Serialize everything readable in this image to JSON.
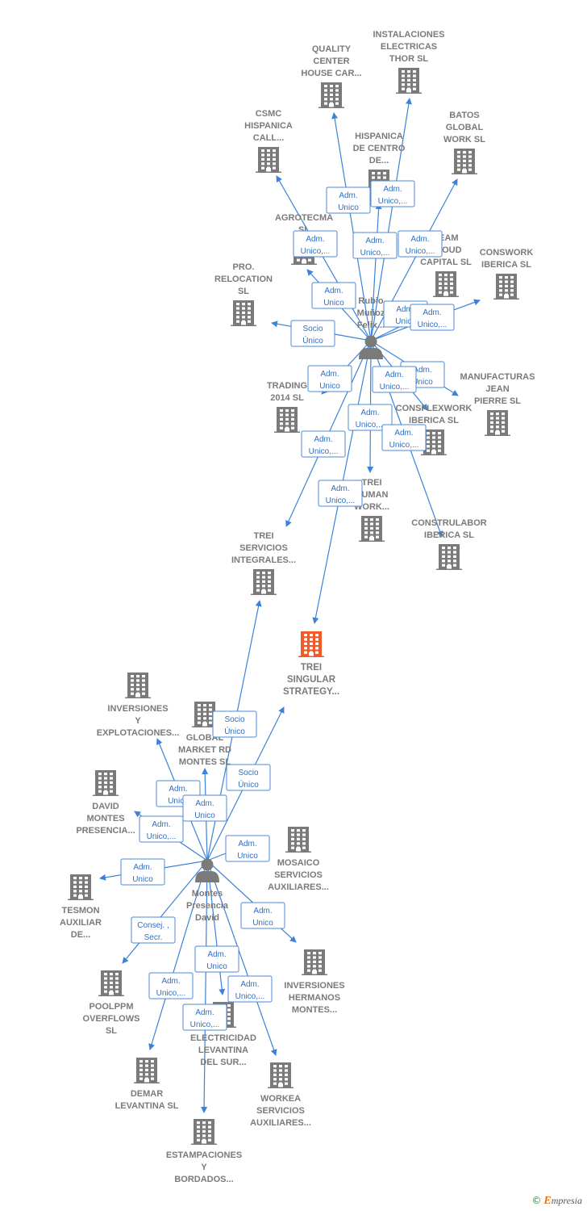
{
  "persons": [
    {
      "id": "rubio",
      "lines": [
        "Rubio",
        "Muñoz",
        "Felix..."
      ]
    },
    {
      "id": "montes",
      "lines": [
        "Montes",
        "Presencia",
        "David"
      ]
    }
  ],
  "companies": [
    {
      "id": "c_instalaciones",
      "lines": [
        "INSTALACIONES",
        "ELECTRICAS",
        "THOR  SL"
      ],
      "highlight": false
    },
    {
      "id": "c_quality",
      "lines": [
        "QUALITY",
        "CENTER",
        "HOUSE CAR..."
      ],
      "highlight": false
    },
    {
      "id": "c_csmc",
      "lines": [
        "CSMC",
        "HISPANICA",
        "CALL..."
      ],
      "highlight": false
    },
    {
      "id": "c_hispanica",
      "lines": [
        "HISPANICA",
        "DE CENTRO",
        "DE..."
      ],
      "highlight": false
    },
    {
      "id": "c_batos",
      "lines": [
        "BATOS",
        "GLOBAL",
        "WORK  SL"
      ],
      "highlight": false
    },
    {
      "id": "c_agrotecma",
      "lines": [
        "AGROTECMA",
        "SL"
      ],
      "highlight": false
    },
    {
      "id": "c_team",
      "lines": [
        "TEAM",
        "CLOUD",
        "CAPITAL  SL"
      ],
      "highlight": false
    },
    {
      "id": "c_conswork",
      "lines": [
        "CONSWORK",
        "IBERICA  SL"
      ],
      "highlight": false
    },
    {
      "id": "c_relocation",
      "lines": [
        "PRO.",
        "RELOCATION",
        "SL"
      ],
      "highlight": false
    },
    {
      "id": "c_manufacturas",
      "lines": [
        "MANUFACTURAS",
        "JEAN",
        "PIERRE SL"
      ],
      "highlight": false
    },
    {
      "id": "c_trading",
      "lines": [
        "TRADING",
        "2014  SL"
      ],
      "highlight": false
    },
    {
      "id": "c_consflexwork",
      "lines": [
        "CONSFLEXWORK",
        "IBERICA  SL"
      ],
      "highlight": false
    },
    {
      "id": "c_human",
      "lines": [
        "TREI",
        "HUMAN",
        "WORK..."
      ],
      "highlight": false
    },
    {
      "id": "c_construlabor",
      "lines": [
        "CONSTRULABOR",
        "IBERICA  SL"
      ],
      "highlight": false
    },
    {
      "id": "c_servicios",
      "lines": [
        "TREI",
        "SERVICIOS",
        "INTEGRALES..."
      ],
      "highlight": false
    },
    {
      "id": "c_singular",
      "lines": [
        "TREI",
        "SINGULAR",
        "STRATEGY..."
      ],
      "highlight": true
    },
    {
      "id": "c_inversiones_y",
      "lines": [
        "INVERSIONES",
        "Y",
        "EXPLOTACIONES..."
      ],
      "highlight": false
    },
    {
      "id": "c_global_market",
      "lines": [
        "GLOBAL",
        "MARKET RD",
        "MONTES  SL"
      ],
      "highlight": false
    },
    {
      "id": "c_david",
      "lines": [
        "DAVID",
        "MONTES",
        "PRESENCIA..."
      ],
      "highlight": false
    },
    {
      "id": "c_mosaico",
      "lines": [
        "MOSAICO",
        "SERVICIOS",
        "AUXILIARES..."
      ],
      "highlight": false
    },
    {
      "id": "c_tesmon",
      "lines": [
        "TESMON",
        "AUXILIAR",
        "DE..."
      ],
      "highlight": false
    },
    {
      "id": "c_inv_hermanos",
      "lines": [
        "INVERSIONES",
        "HERMANOS",
        "MONTES..."
      ],
      "highlight": false
    },
    {
      "id": "c_poolppm",
      "lines": [
        "POOLPPM",
        "OVERFLOWS",
        "SL"
      ],
      "highlight": false
    },
    {
      "id": "c_electricidad",
      "lines": [
        "ELECTRICIDAD",
        "LEVANTINA",
        "DEL SUR..."
      ],
      "highlight": false
    },
    {
      "id": "c_demar",
      "lines": [
        "DEMAR",
        "LEVANTINA  SL"
      ],
      "highlight": false
    },
    {
      "id": "c_workea",
      "lines": [
        "WORKEA",
        "SERVICIOS",
        "AUXILIARES..."
      ],
      "highlight": false
    },
    {
      "id": "c_estampaciones",
      "lines": [
        "ESTAMPACIONES",
        "Y",
        "BORDADOS..."
      ],
      "highlight": false
    }
  ],
  "edges": [
    {
      "from": "rubio",
      "to": "c_quality",
      "label": [
        "Adm.",
        "Unico"
      ]
    },
    {
      "from": "rubio",
      "to": "c_instalaciones",
      "label": [
        "Adm.",
        "Unico,..."
      ]
    },
    {
      "from": "rubio",
      "to": "c_csmc",
      "label": [
        "Adm.",
        "Unico,..."
      ]
    },
    {
      "from": "rubio",
      "to": "c_hispanica",
      "label": [
        "Adm.",
        "Unico,..."
      ]
    },
    {
      "from": "rubio",
      "to": "c_batos",
      "label": [
        "Adm.",
        "Unico,..."
      ]
    },
    {
      "from": "rubio",
      "to": "c_agrotecma",
      "label": [
        "Adm.",
        "Unico"
      ]
    },
    {
      "from": "rubio",
      "to": "c_team",
      "label": [
        "Adm.",
        "Unico"
      ]
    },
    {
      "from": "rubio",
      "to": "c_conswork",
      "label": [
        "Adm.",
        "Unico,..."
      ]
    },
    {
      "from": "rubio",
      "to": "c_relocation",
      "label": [
        "Socio",
        "Único"
      ]
    },
    {
      "from": "rubio",
      "to": "c_manufacturas",
      "label": [
        "Adm.",
        "Unico"
      ]
    },
    {
      "from": "rubio",
      "to": "c_trading",
      "label": [
        "Adm.",
        "Unico"
      ]
    },
    {
      "from": "rubio",
      "to": "c_consflexwork",
      "label": [
        "Adm.",
        "Unico,..."
      ]
    },
    {
      "from": "rubio",
      "to": "c_human",
      "label": [
        "Adm.",
        "Unico,..."
      ]
    },
    {
      "from": "rubio",
      "to": "c_construlabor",
      "label": [
        "Adm.",
        "Unico,..."
      ]
    },
    {
      "from": "rubio",
      "to": "c_servicios",
      "label": [
        "Adm.",
        "Unico,..."
      ]
    },
    {
      "from": "rubio",
      "to": "c_singular",
      "label": [
        "Adm.",
        "Unico,..."
      ]
    },
    {
      "from": "montes",
      "to": "c_servicios",
      "label": [
        "Socio",
        "Único"
      ]
    },
    {
      "from": "montes",
      "to": "c_singular",
      "label": [
        "Socio",
        "Único"
      ]
    },
    {
      "from": "montes",
      "to": "c_inversiones_y",
      "label": [
        "Adm.",
        "Unico"
      ]
    },
    {
      "from": "montes",
      "to": "c_global_market",
      "label": [
        "Adm.",
        "Unico"
      ]
    },
    {
      "from": "montes",
      "to": "c_david",
      "label": [
        "Adm.",
        "Unico,..."
      ]
    },
    {
      "from": "montes",
      "to": "c_mosaico",
      "label": [
        "Adm.",
        "Unico"
      ]
    },
    {
      "from": "montes",
      "to": "c_tesmon",
      "label": [
        "Adm.",
        "Unico"
      ]
    },
    {
      "from": "montes",
      "to": "c_inv_hermanos",
      "label": [
        "Adm.",
        "Unico"
      ]
    },
    {
      "from": "montes",
      "to": "c_poolppm",
      "label": [
        "Consej. ,",
        "Secr."
      ]
    },
    {
      "from": "montes",
      "to": "c_electricidad",
      "label": [
        "Adm.",
        "Unico"
      ]
    },
    {
      "from": "montes",
      "to": "c_demar",
      "label": [
        "Adm.",
        "Unico,..."
      ]
    },
    {
      "from": "montes",
      "to": "c_workea",
      "label": [
        "Adm.",
        "Unico,..."
      ]
    },
    {
      "from": "montes",
      "to": "c_estampaciones",
      "label": [
        "Adm.",
        "Unico,..."
      ]
    }
  ],
  "colors": {
    "edge": "#3c82d8",
    "building": "#7a7a7a",
    "building_highlight": "#f05a28",
    "person": "#7a7a7a",
    "label": "#7a7a7a"
  },
  "icons": {
    "company": "building-icon",
    "person": "person-icon"
  },
  "footer": {
    "copyright_symbol": "©",
    "brand_initial": "E",
    "brand_rest": "mpresia"
  }
}
